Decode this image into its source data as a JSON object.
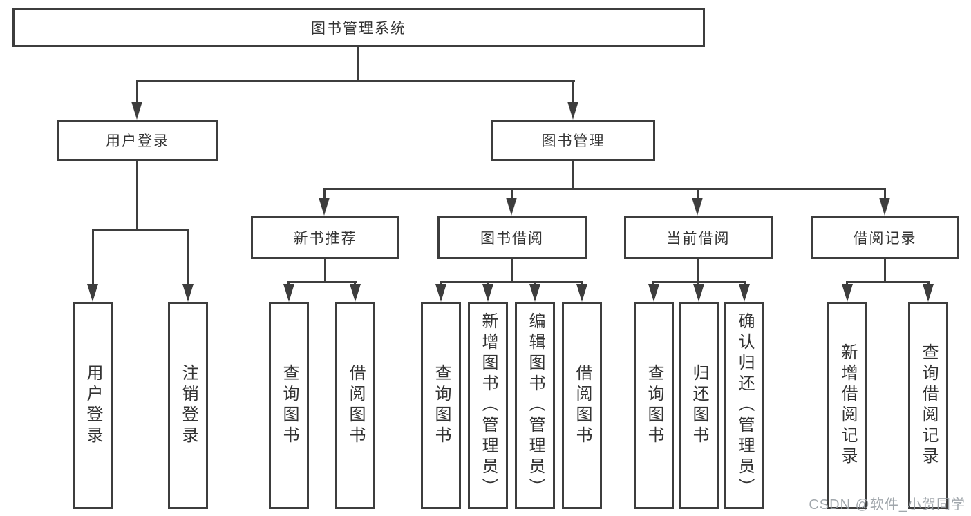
{
  "diagram_title": "图书管理系统",
  "tree": {
    "label": "图书管理系统",
    "children": [
      {
        "label": "用户登录",
        "children": [
          {
            "label": "用户登录"
          },
          {
            "label": "注销登录"
          }
        ]
      },
      {
        "label": "图书管理",
        "children": [
          {
            "label": "新书推荐",
            "children": [
              {
                "label": "查询图书"
              },
              {
                "label": "借阅图书"
              }
            ]
          },
          {
            "label": "图书借阅",
            "children": [
              {
                "label": "查询图书"
              },
              {
                "label": "新增图书（管理员）"
              },
              {
                "label": "编辑图书（管理员）"
              },
              {
                "label": "借阅图书"
              }
            ]
          },
          {
            "label": "当前借阅",
            "children": [
              {
                "label": "查询图书"
              },
              {
                "label": "归还图书"
              },
              {
                "label": "确认归还（管理员）"
              }
            ]
          },
          {
            "label": "借阅记录",
            "children": [
              {
                "label": "新增借阅记录"
              },
              {
                "label": "查询借阅记录"
              }
            ]
          }
        ]
      }
    ]
  },
  "watermark": {
    "text": "CSDN @软件_小贺同学"
  },
  "colors": {
    "line": "#3d3d3d",
    "text": "#333333",
    "watermark": "#9aa0a6",
    "background": "#ffffff"
  }
}
